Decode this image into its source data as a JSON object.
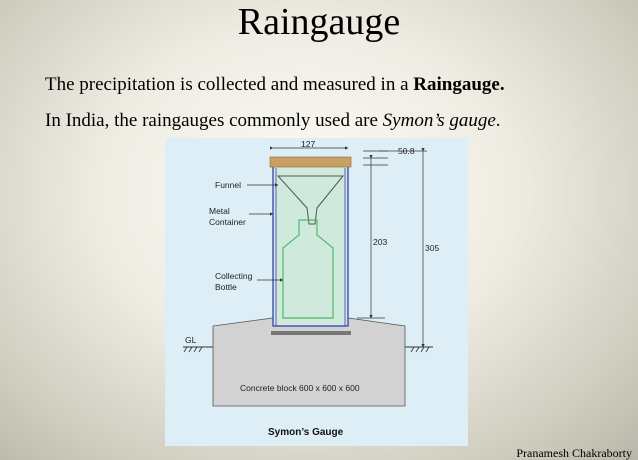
{
  "slide": {
    "title": "Raingauge",
    "line1_prefix": "The precipitation is collected and measured in a ",
    "line1_bold": "Raingauge.",
    "line2_prefix": "In India, the raingauges commonly used are ",
    "line2_italic": "Symon’s gauge",
    "line2_suffix": ".",
    "footer": "Pranamesh Chakraborty"
  },
  "diagram": {
    "labels": {
      "funnel": "Funnel",
      "metal": "Metal",
      "container": "Container",
      "collecting": "Collecting",
      "bottle": "Bottle",
      "gl": "GL",
      "concrete": "Concrete block 600 x 600 x 600",
      "caption": "Symon’s Gauge"
    },
    "dimensions": {
      "top": "127",
      "rim": "50.8",
      "height_mid": "203",
      "height_full": "305"
    },
    "colors": {
      "rim": "#c9a063",
      "bottle": "#4fb86a",
      "cylinder": "#3a3fb0",
      "concrete": "#d2d2d2"
    }
  }
}
